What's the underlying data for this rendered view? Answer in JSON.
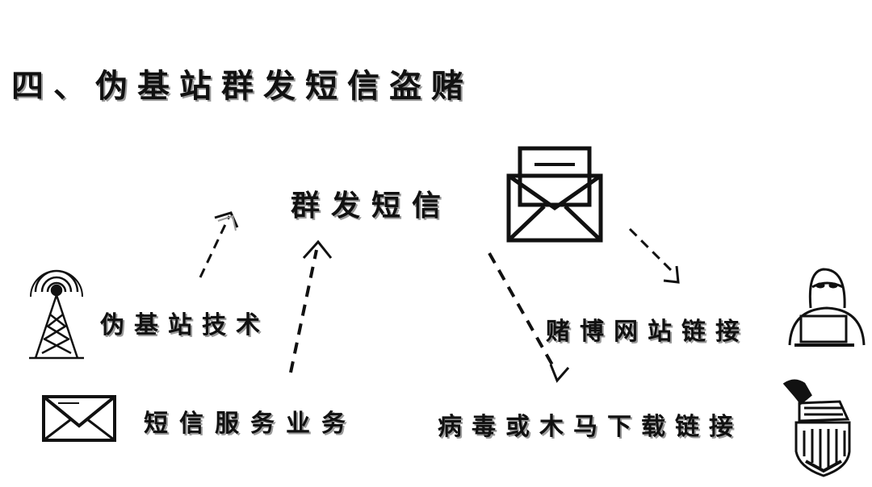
{
  "title": "四、伪基站群发短信盗赌",
  "nodes": {
    "mass_sms": "群发短信",
    "fake_base_station": "伪基站技术",
    "sms_service": "短信服务业务",
    "gambling_link": "赌博网站链接",
    "virus_link": "病毒或木马下载链接"
  },
  "icons": {
    "antenna": "radio-tower-icon",
    "envelope_small": "envelope-icon",
    "envelope_open": "open-envelope-letter-icon",
    "hacker": "hooded-hacker-laptop-icon",
    "trojan": "trojan-horse-shield-icon"
  }
}
